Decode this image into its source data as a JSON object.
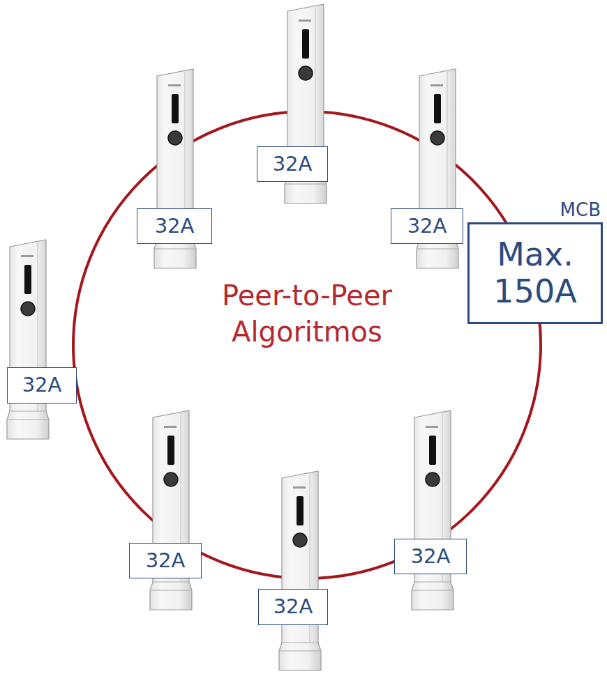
{
  "diagram": {
    "nodes": [
      {
        "text": [
          "32A"
        ]
      },
      {
        "text": [
          "32A"
        ]
      },
      {
        "text": [
          "32A"
        ]
      },
      {
        "text": [
          "MCB",
          "Max. 150A"
        ]
      },
      {
        "text": [
          "32A"
        ]
      },
      {
        "text": [
          "32A"
        ]
      },
      {
        "text": [
          "32A"
        ]
      },
      {
        "text": [
          "32A"
        ]
      }
    ],
    "labels": [
      "Peer-to-Peer Algoritmos"
    ]
  }
}
